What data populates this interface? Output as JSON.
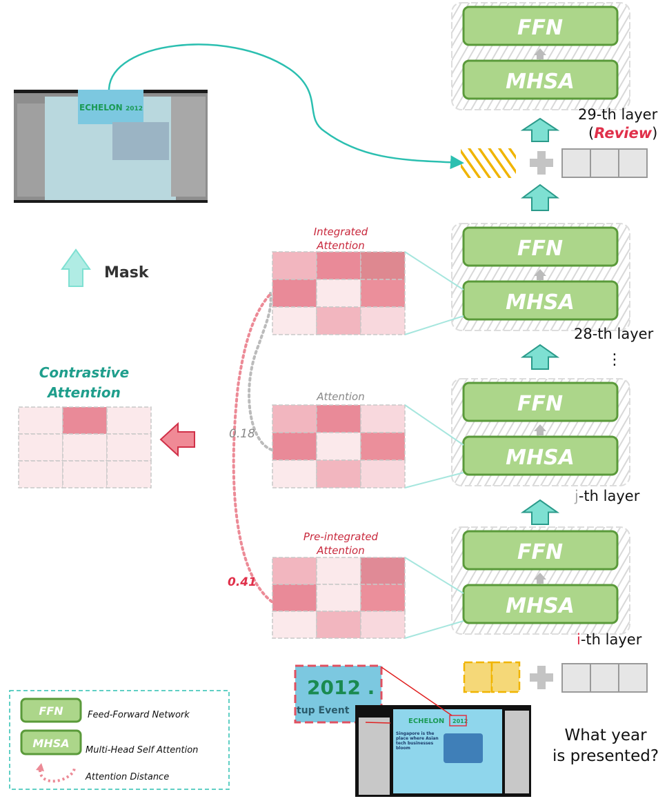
{
  "colors": {
    "ffn_fill": "#acd68a",
    "block_border": "#5a9a3a",
    "teal": "#2bbfb0",
    "arrow_fill": "#7ee0d2",
    "red": "#e0304a",
    "pink_dot": "#ec8a96",
    "gray_dot": "#bbbbbb",
    "token_yellow": "#f5d878",
    "token_border": "#f0b400",
    "token_gray": "#e6e6e6"
  },
  "layers": [
    {
      "ffn": "FFN",
      "mhsa": "MHSA",
      "label": "29-th layer",
      "note": "Review"
    },
    {
      "ffn": "FFN",
      "mhsa": "MHSA",
      "label": "28-th layer"
    },
    {
      "ffn": "FFN",
      "mhsa": "MHSA",
      "label_prefix": "j",
      "label_suffix": "-th layer"
    },
    {
      "ffn": "FFN",
      "mhsa": "MHSA",
      "label_prefix": "i",
      "label_suffix": "-th layer"
    }
  ],
  "ellipsis": "⋮",
  "mask_label": "Mask",
  "attention_maps": {
    "integrated": {
      "title_line1": "Integrated",
      "title_line2": "Attention",
      "cells": [
        [
          "#f2b6bf",
          "#e98a98",
          "#de8890"
        ],
        [
          "#e98a98",
          "#fbe9eb",
          "#eb8f9b"
        ],
        [
          "#fbe9eb",
          "#f2b6bf",
          "#f8d8dd"
        ]
      ]
    },
    "attention": {
      "title": "Attention",
      "cells": [
        [
          "#f2b6bf",
          "#e98a98",
          "#f8d8dd"
        ],
        [
          "#e98a98",
          "#fbe9eb",
          "#eb8f9b"
        ],
        [
          "#fbe9eb",
          "#f2b6bf",
          "#f8d8dd"
        ]
      ]
    },
    "pre_integrated": {
      "title_line1": "Pre-integrated",
      "title_line2": "Attention",
      "cells": [
        [
          "#f2b6bf",
          "#fbe9eb",
          "#e08a96"
        ],
        [
          "#e98a98",
          "#fbe9eb",
          "#eb8f9b"
        ],
        [
          "#fbe9eb",
          "#f2b6bf",
          "#f8d8dd"
        ]
      ]
    },
    "contrastive": {
      "title_line1": "Contrastive",
      "title_line2": "Attention",
      "cells": [
        [
          "#fbe9eb",
          "#e98a98",
          "#fbe9eb"
        ],
        [
          "#fbe9eb",
          "#fbe9eb",
          "#fbe9eb"
        ],
        [
          "#fbe9eb",
          "#fbe9eb",
          "#fbe9eb"
        ]
      ]
    }
  },
  "distances": {
    "attention": "0.18",
    "pre_integrated": "0.41"
  },
  "image": {
    "slide_title": "ECHELON",
    "slide_year": "2012",
    "crop_year": "2012 .",
    "crop_sub": "tup Event",
    "slide_text": "Singapore is the place where Asian tech businesses bloom"
  },
  "question": {
    "line1": "What year",
    "line2": "is presented?"
  },
  "legend": {
    "ffn_short": "FFN",
    "ffn_full": "Feed-Forward Network",
    "mhsa_short": "MHSA",
    "mhsa_full": "Multi-Head Self Attention",
    "distance": "Attention Distance"
  }
}
